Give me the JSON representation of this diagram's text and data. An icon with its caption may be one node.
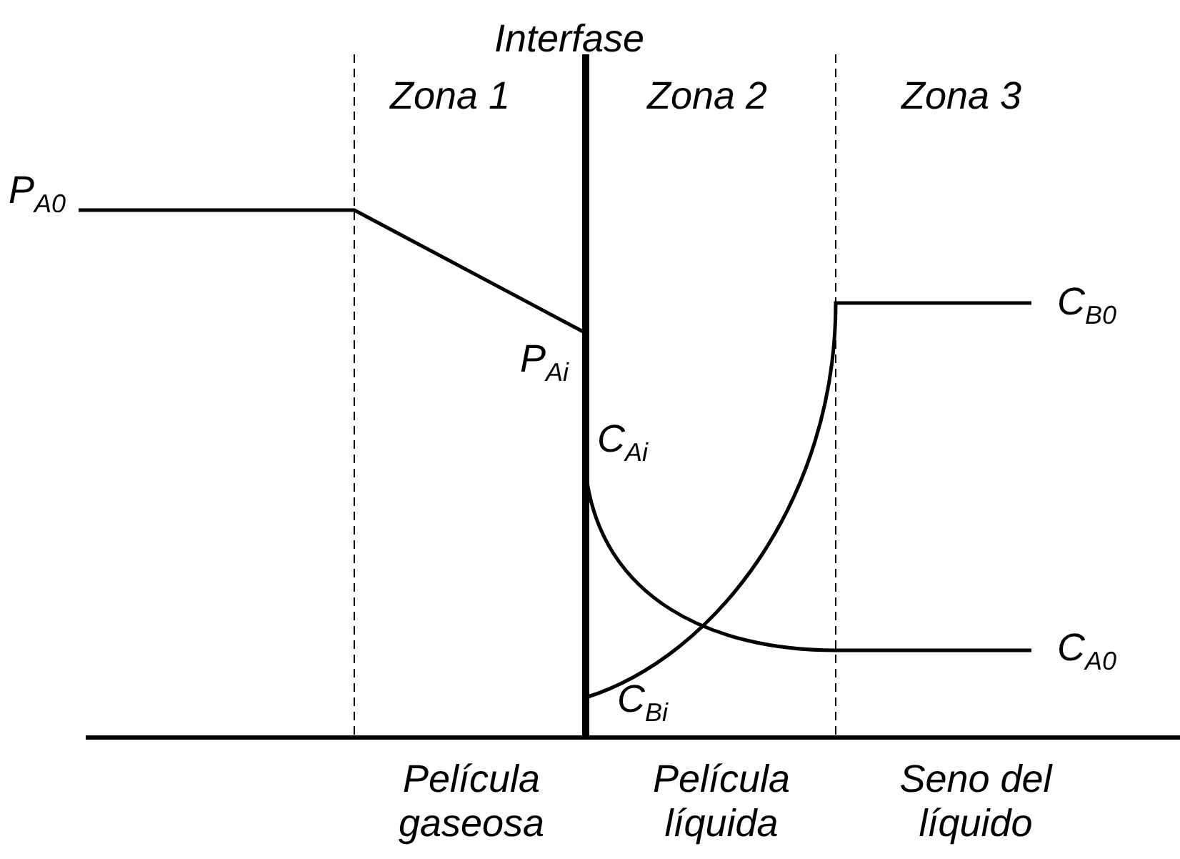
{
  "diagram": {
    "labels": [
      "Interfase",
      "Zona 1",
      "Zona 2",
      "Zona 3",
      "P$_{A0}$",
      "P$_{Ai}$",
      "C$_{B0}$",
      "C$_{Ai}$",
      "C$_{A0}$",
      "C$_{Bi}$",
      "Película gaseosa",
      "Película líquida",
      "Seno del líquido"
    ]
  }
}
